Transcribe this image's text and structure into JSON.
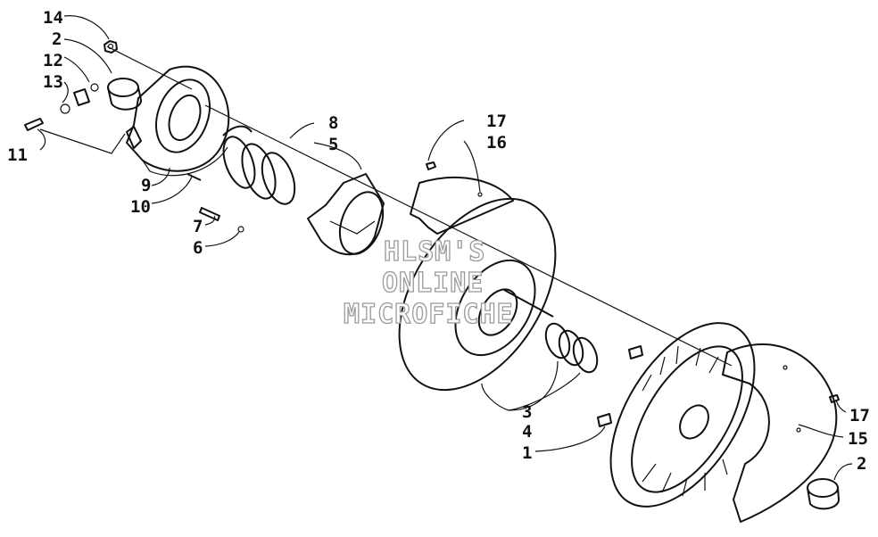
{
  "watermark": {
    "line1": "HLSM'S",
    "line2": "ONLINE",
    "line3": "MICROFICHE"
  },
  "callouts": {
    "c14": "14",
    "c2a": "2",
    "c12": "12",
    "c13": "13",
    "c11": "11",
    "c9": "9",
    "c10": "10",
    "c8": "8",
    "c5": "5",
    "c7": "7",
    "c6": "6",
    "c17a": "17",
    "c16": "16",
    "c3": "3",
    "c4": "4",
    "c1": "1",
    "c17b": "17",
    "c15": "15",
    "c2b": "2"
  }
}
